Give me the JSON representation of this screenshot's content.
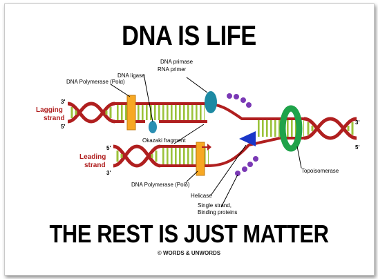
{
  "title": "DNA IS LIFE",
  "subtitle": "THE REST IS JUST MATTER",
  "credit": "© WORDS & UNWORDS",
  "labels": {
    "dna_primase": "DNA primase",
    "rna_primer": "RNA primer",
    "dna_ligase": "DNA ligase",
    "dna_polymerase_alpha": "DNA Polymerase (Polα)",
    "lagging_1": "Lagging",
    "lagging_2": "strand",
    "leading_1": "Leading",
    "leading_2": "strand",
    "okazaki": "Okazaki fragment",
    "dna_polymerase_delta": "DNA Polymerase (Polδ)",
    "helicase": "Helicase",
    "ssb_1": "Single strand,",
    "ssb_2": "Binding proteins",
    "topoisomerase": "Topoisomerase",
    "end_3_lag": "3'",
    "end_5_lag": "5'",
    "end_5_lead": "5'",
    "end_3_lead": "3'",
    "end_3_right": "3'",
    "end_5_right": "5'"
  },
  "colors": {
    "backbone": "#b01f1f",
    "rungs": "#9bc23a",
    "polymerase": "#f7a823",
    "ligase": "#2a8fb3",
    "primase": "#1d8aa3",
    "helicase": "#1a36c8",
    "ssb": "#7a39b5",
    "topoisomerase": "#1fa34a",
    "label_red": "#b01f1f"
  }
}
